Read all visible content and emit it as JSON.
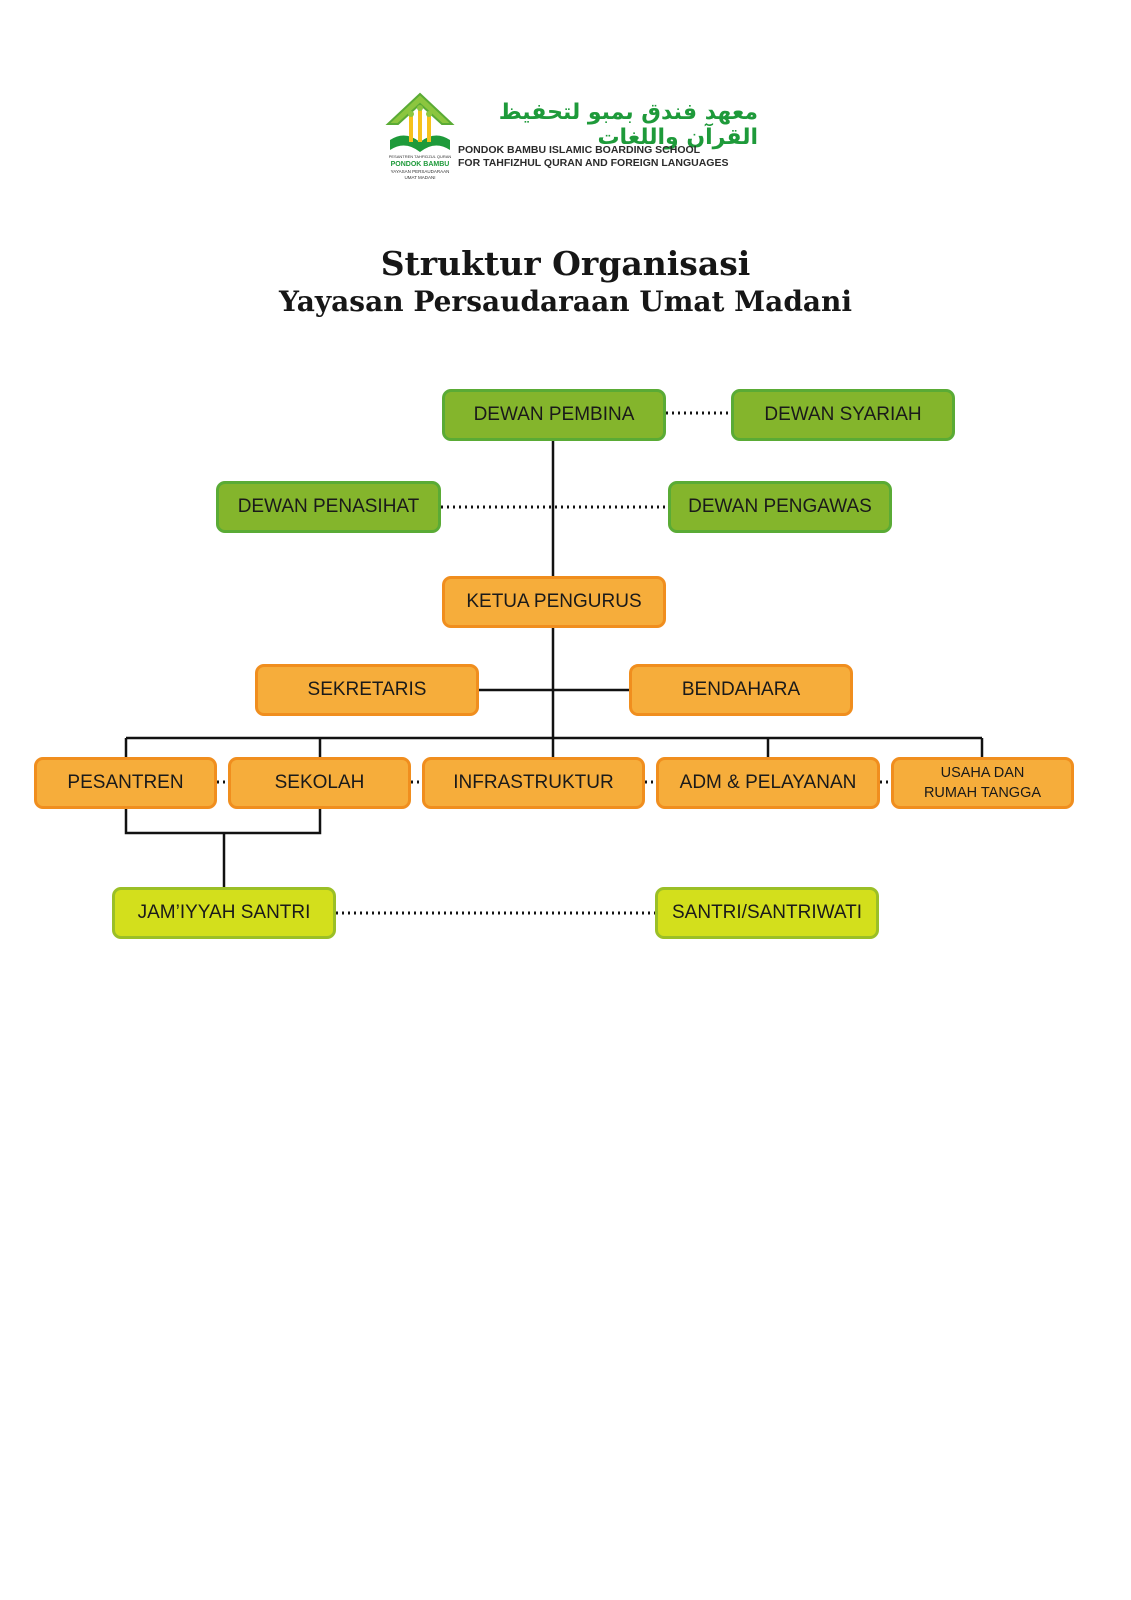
{
  "header": {
    "logo_small_text_top": "PESANTREN TAHFIDZUL QURAN",
    "logo_brand": "PONDOK BAMBU",
    "logo_sub_1": "YAYASAN PERSAUDARAAN",
    "logo_sub_2": "UMAT MADANI",
    "arabic_name": "معهد فندق بمبو لتحفيظ القرآن واللغات",
    "school_line_1": "PONDOK BAMBU ISLAMIC BOARDING SCHOOL",
    "school_line_2": "FOR TAHFIZHUL QURAN AND FOREIGN LANGUAGES"
  },
  "title": {
    "line1": "Struktur Organisasi",
    "line2": "Yayasan Persaudaraan Umat Madani"
  },
  "nodes": {
    "dewan_pembina": "DEWAN PEMBINA",
    "dewan_syariah": "DEWAN SYARIAH",
    "dewan_penasihat": "DEWAN PENASIHAT",
    "dewan_pengawas": "DEWAN PENGAWAS",
    "ketua_pengurus": "KETUA PENGURUS",
    "sekretaris": "SEKRETARIS",
    "bendahara": "BENDAHARA",
    "pesantren": "PESANTREN",
    "sekolah": "SEKOLAH",
    "infrastruktur": "INFRASTRUKTUR",
    "adm_pelayanan": "ADM & PELAYANAN",
    "usaha_line_1": "USAHA DAN",
    "usaha_line_2": "RUMAH TANGGA",
    "jamiyyah_santri": "JAM’IYYAH SANTRI",
    "santri_santriwati": "SANTRI/SANTRIWATI"
  },
  "colors": {
    "green_fill": "#84b52c",
    "green_border": "#5aab35",
    "orange_fill": "#f6ad3b",
    "orange_border": "#f08e1e",
    "lime_fill": "#d3df1c",
    "lime_border": "#9bbf26",
    "brand_green": "#1e9a3a"
  }
}
